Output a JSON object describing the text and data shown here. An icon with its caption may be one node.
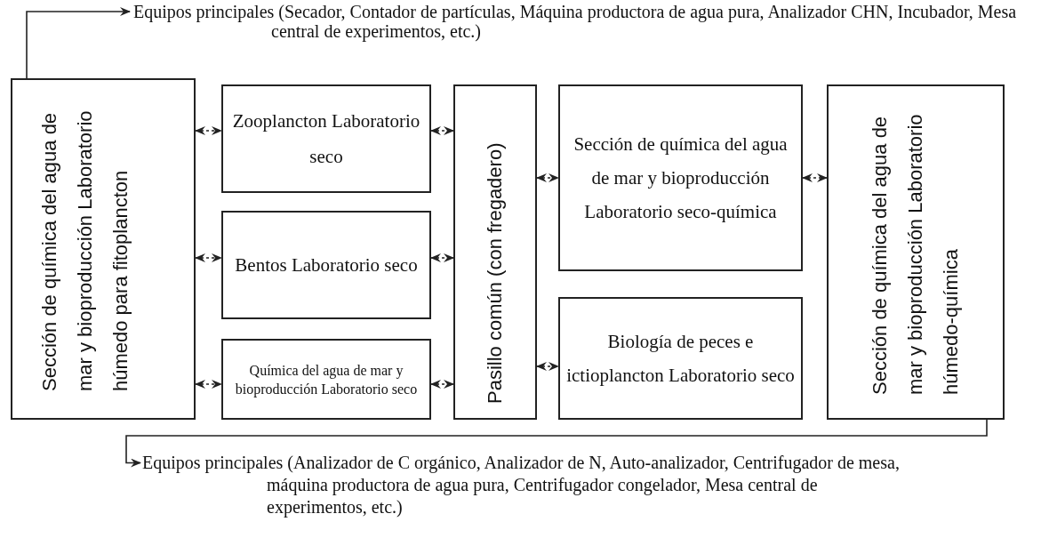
{
  "diagram": {
    "nodes": [
      {
        "text": [
          "Sección de química del agua de mar y bioproducción Laboratorio húmedo para fitoplancton"
        ]
      },
      {
        "text": [
          "Zooplancton Laboratorio seco"
        ]
      },
      {
        "text": [
          "Bentos Laboratorio seco"
        ]
      },
      {
        "text": [
          "Química del agua de mar y bioproducción Laboratorio seco"
        ]
      },
      {
        "text": [
          "Pasillo común (con fregadero)"
        ]
      },
      {
        "text": [
          "Sección de química del agua de mar y bioproducción Laboratorio seco-química"
        ]
      },
      {
        "text": [
          "Biología de peces e ictioplancton Laboratorio seco"
        ]
      },
      {
        "text": [
          "Sección de química del agua de mar y bioproducción Laboratorio húmedo-química"
        ]
      },
      {
        "text": [
          "Equipos principales (Secador, Contador de partículas, Máquina productora de agua pura, Analizador CHN, Incubador, Mesa central de experimentos, etc.)"
        ]
      },
      {
        "text": [
          "Equipos principales (Analizador de C orgánico, Analizador de N, Auto-analizador, Centrifugador de mesa, máquina productora de agua pura, Centrifugador congelador, Mesa central de experimentos, etc.)"
        ]
      }
    ],
    "edges": [
      {
        "from": 0,
        "to": 8,
        "arrow": "to"
      },
      {
        "from": 0,
        "to": 1,
        "arrow": "both",
        "style": "dashed"
      },
      {
        "from": 1,
        "to": 4,
        "arrow": "both",
        "style": "dashed"
      },
      {
        "from": 0,
        "to": 2,
        "arrow": "both",
        "style": "dashed"
      },
      {
        "from": 2,
        "to": 4,
        "arrow": "both",
        "style": "dashed"
      },
      {
        "from": 0,
        "to": 3,
        "arrow": "both",
        "style": "dashed"
      },
      {
        "from": 3,
        "to": 4,
        "arrow": "both",
        "style": "dashed"
      },
      {
        "from": 4,
        "to": 5,
        "arrow": "both",
        "style": "dashed"
      },
      {
        "from": 5,
        "to": 7,
        "arrow": "both",
        "style": "dashed"
      },
      {
        "from": 4,
        "to": 6,
        "arrow": "both",
        "style": "dashed"
      },
      {
        "from": 7,
        "to": 9,
        "arrow": "to"
      }
    ]
  }
}
